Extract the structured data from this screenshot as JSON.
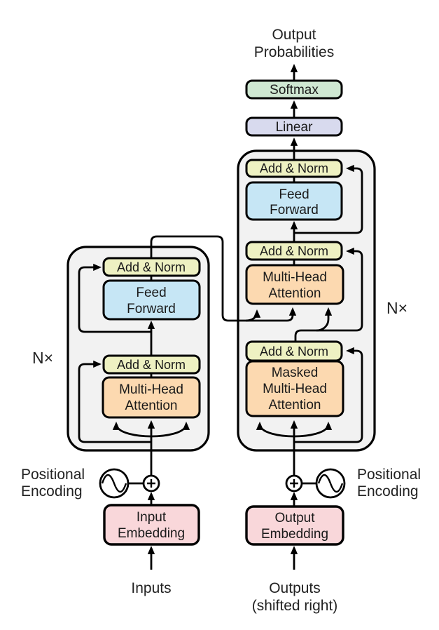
{
  "diagram": {
    "title": {
      "line1": "Output",
      "line2": "Probabilities"
    },
    "softmax_label": "Softmax",
    "linear_label": "Linear",
    "add_norm_label": "Add & Norm",
    "feed_forward": {
      "line1": "Feed",
      "line2": "Forward"
    },
    "multi_head_attention": {
      "line1": "Multi-Head",
      "line2": "Attention"
    },
    "masked_multi_head_attention": {
      "line1": "Masked",
      "line2": "Multi-Head",
      "line3": "Attention"
    },
    "input_embedding": {
      "line1": "Input",
      "line2": "Embedding"
    },
    "output_embedding": {
      "line1": "Output",
      "line2": "Embedding"
    },
    "positional_encoding_left": {
      "line1": "Positional",
      "line2": "Encoding"
    },
    "positional_encoding_right": {
      "line1": "Positional",
      "line2": "Encoding"
    },
    "inputs_label": "Inputs",
    "outputs": {
      "line1": "Outputs",
      "line2": "(shifted right)"
    },
    "n_times_left": "N×",
    "n_times_right": "N×"
  },
  "colors": {
    "softmax_green": "#cfe8d2",
    "linear_purple": "#d8daee",
    "add_norm_yellow": "#eef1c2",
    "feed_forward_blue": "#c6e6f5",
    "attention_orange": "#fcd9b0",
    "embedding_pink": "#f9d7da",
    "stack_gray": "#f2f2f2"
  }
}
